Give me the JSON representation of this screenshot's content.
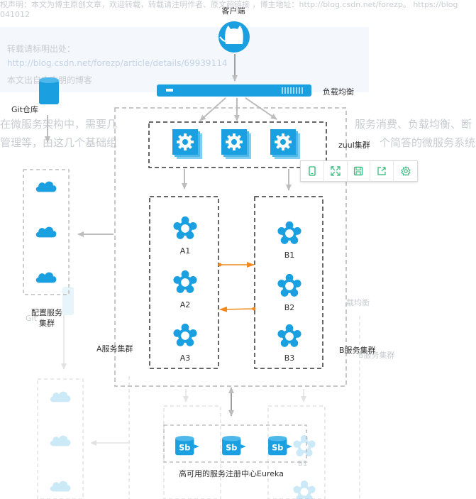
{
  "watermark": {
    "header_line1": "权声明：本文为博主原创文章，欢迎转载，转载请注明作者、原文超链接 ，博主地址：http://blog.csdn.net/forezp。 https://blog",
    "header_line2": "041012",
    "notice_title": "转载请标明出处：",
    "notice_url": "http://blog.csdn.net/forezp/article/details/69939114",
    "notice_author": "本文出自方志朋的博客",
    "para_left1": "在微服务架构中，需要几",
    "para_right1": "服务消费、负载均衡、断",
    "para_left2": "管理等，由这几个基础组",
    "para_right2": "个简答的微服务系统",
    "right_label1": "载均衡",
    "right_label2": "B服务集群",
    "right_label3": "B1",
    "left_label_git": "Git"
  },
  "diagram": {
    "client_label": "客户端",
    "lb_label": "负载均衡",
    "git_label": "Git仓库",
    "zuul_label": "zuul集群",
    "config_label_line1": "配置服务",
    "config_label_line2": "集群",
    "service_a_label": "A服务集群",
    "service_b_label": "B服务集群",
    "a_nodes": [
      "A1",
      "A2",
      "A3"
    ],
    "b_nodes": [
      "B1",
      "B2",
      "B3"
    ],
    "eureka_label": "高可用的服务注册中心Eureka",
    "accent_color": "#1aa0e0",
    "arrow_color": "#f08a1c"
  },
  "toolbar": {
    "icons": [
      "tablet-icon",
      "fullscreen-icon",
      "save-icon",
      "share-icon",
      "settings-icon"
    ]
  }
}
